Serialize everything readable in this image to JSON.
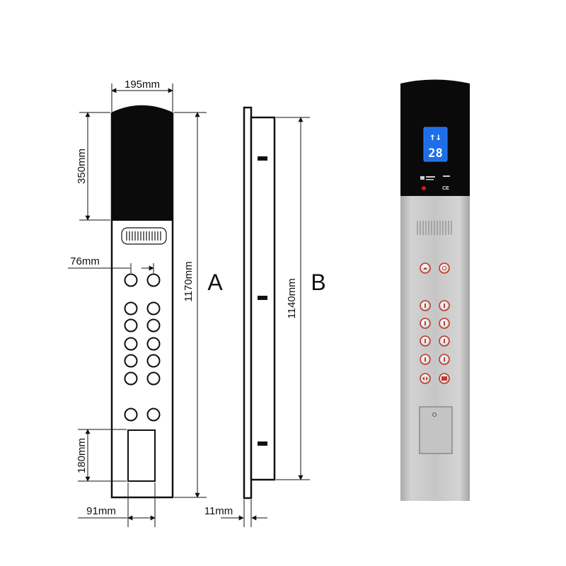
{
  "drawing": {
    "width_label": "195mm",
    "display_height_label": "350mm",
    "button_spacing_label": "76mm",
    "total_height_label": "1170mm",
    "panel_a_label": "A",
    "panel_b_label": "B",
    "mounting_height_label": "1140mm",
    "card_height_label": "180mm",
    "card_width_label": "91mm",
    "thickness_label": "11mm"
  },
  "product": {
    "display": {
      "arrows": "↑↓",
      "floor": "28",
      "display_color": "#1e6ee8"
    },
    "certification_mark": "CE",
    "panel_color": "#c8c8c8",
    "header_color": "#0a0a0a",
    "button_ring_color": "#c0392b",
    "icons": [
      "alarm-bell-icon",
      "intercom-icon",
      "door-open-icon",
      "door-close-icon",
      "card-reader-icon"
    ]
  }
}
